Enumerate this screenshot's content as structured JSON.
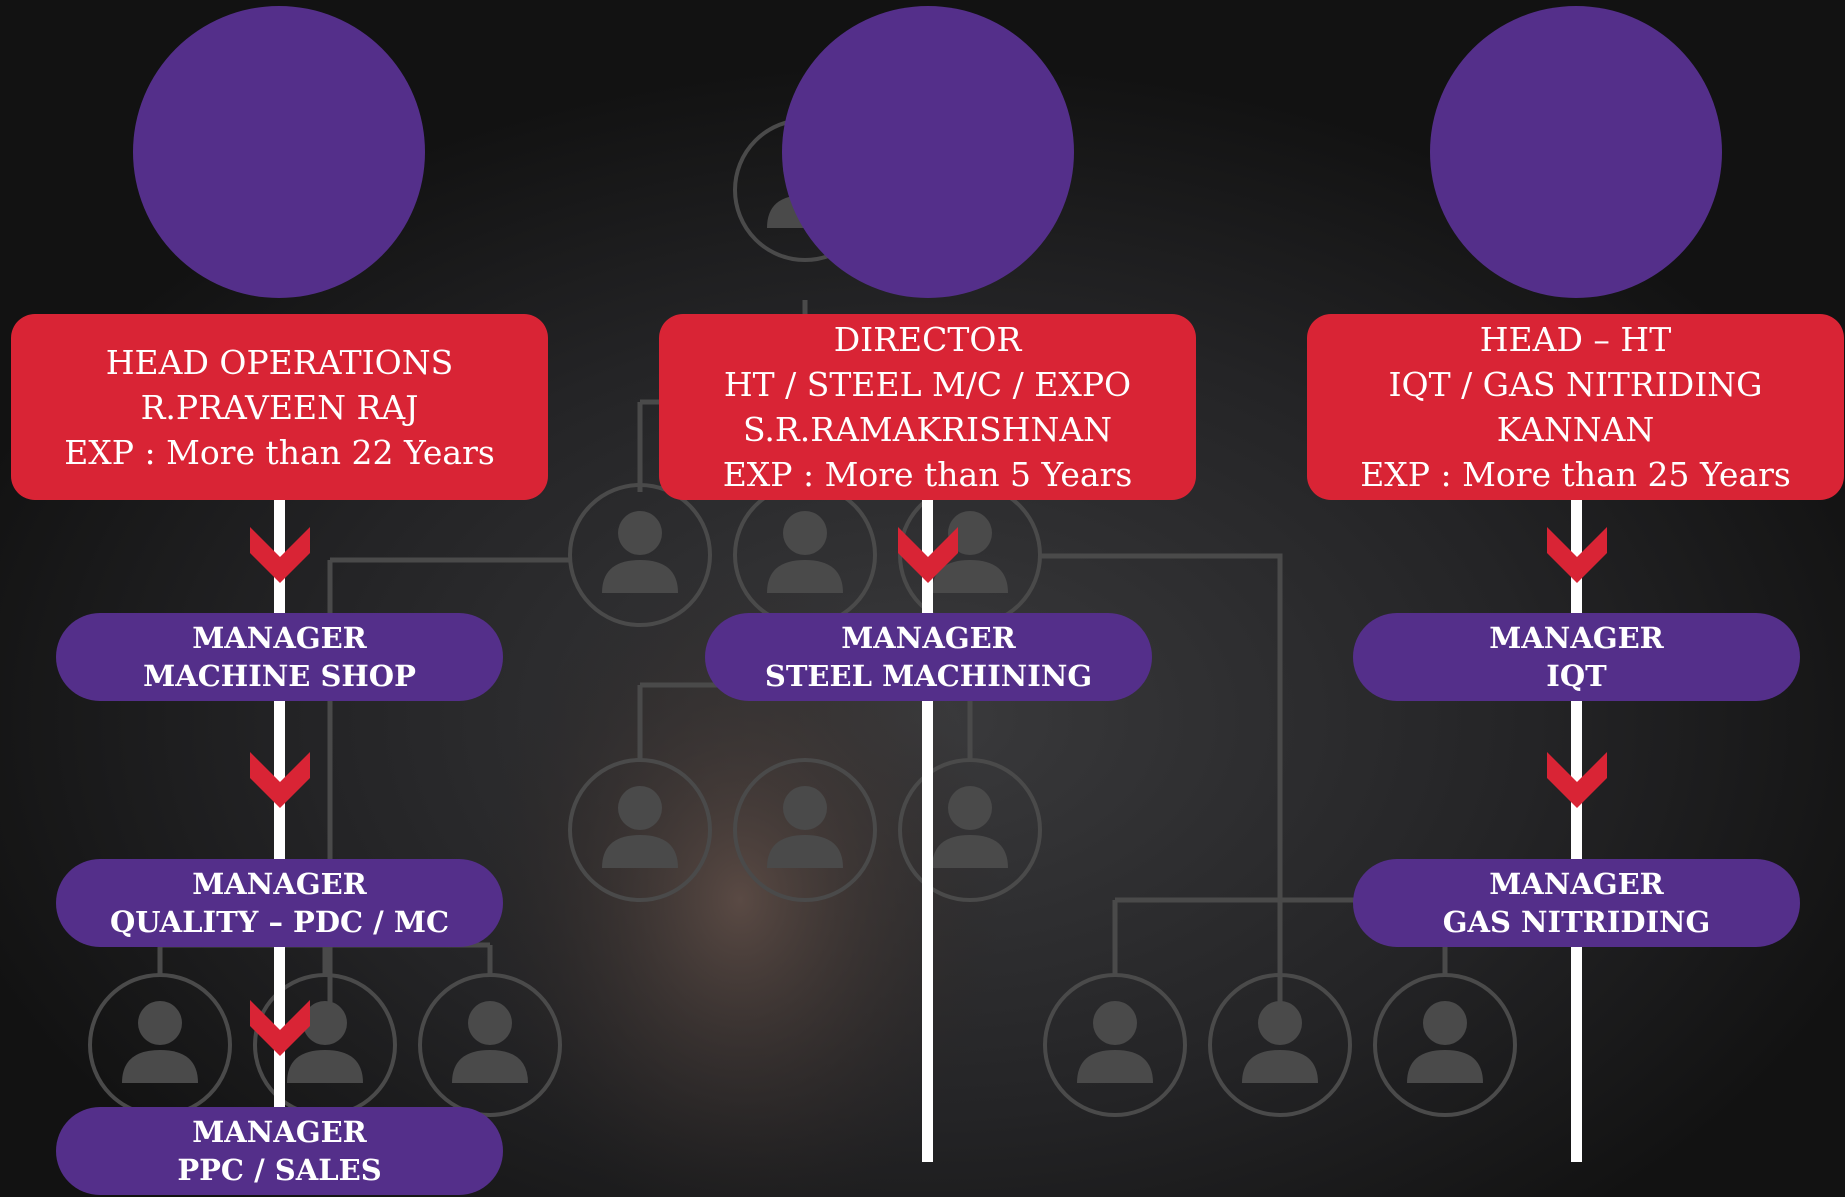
{
  "colors": {
    "head_box": "#d92435",
    "manager_box": "#542f8a",
    "photo_circle": "#542f8a",
    "connector": "#ffffff",
    "arrow": "#d92435"
  },
  "columns": [
    {
      "head": {
        "title": "HEAD OPERATIONS",
        "subtitle": "",
        "name": "R.PRAVEEN RAJ",
        "exp": "EXP : More than 22 Years"
      },
      "managers": [
        {
          "line1": "MANAGER",
          "line2": "MACHINE SHOP"
        },
        {
          "line1": "MANAGER",
          "line2": "QUALITY – PDC / MC"
        },
        {
          "line1": "MANAGER",
          "line2": "PPC / SALES"
        }
      ]
    },
    {
      "head": {
        "title": "DIRECTOR",
        "subtitle": "HT / STEEL M/C / EXPO",
        "name": "S.R.RAMAKRISHNAN",
        "exp": "EXP : More than 5 Years"
      },
      "managers": [
        {
          "line1": "MANAGER",
          "line2": "STEEL MACHINING"
        }
      ]
    },
    {
      "head": {
        "title": "HEAD – HT",
        "subtitle": "IQT / GAS NITRIDING",
        "name": "KANNAN",
        "exp": "EXP : More than 25 Years"
      },
      "managers": [
        {
          "line1": "MANAGER",
          "line2": "IQT"
        },
        {
          "line1": "MANAGER",
          "line2": "GAS NITRIDING"
        }
      ]
    }
  ]
}
